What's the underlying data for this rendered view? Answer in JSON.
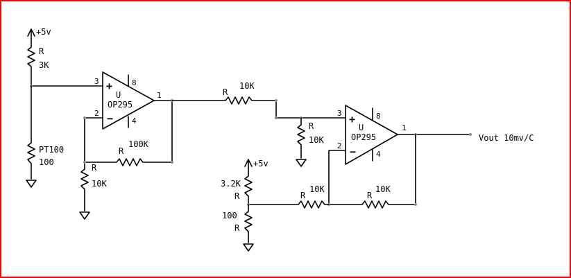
{
  "schematic": {
    "supply_top": "+5v",
    "r1_name": "R",
    "r1_value": "3K",
    "rtd_name": "PT100",
    "rtd_value": "100",
    "opamp1": {
      "ref": "U",
      "part": "OP295",
      "pin_noninv": "3",
      "pin_inv": "2",
      "pin_vplus": "8",
      "pin_vminus": "4",
      "pin_out": "1",
      "plus_sign": "+",
      "minus_sign": "−"
    },
    "rf1_name": "R",
    "rf1_value": "100K",
    "rg1_name": "R",
    "rg1_value": "10K",
    "rs_name": "R",
    "rs_value": "10K",
    "rp_name": "R",
    "rp_value": "10K",
    "opamp2": {
      "ref": "U",
      "part": "OP295",
      "pin_noninv": "3",
      "pin_inv": "2",
      "pin_vplus": "8",
      "pin_vminus": "4",
      "pin_out": "1",
      "plus_sign": "+",
      "minus_sign": "−"
    },
    "supply_bottom": "+5v",
    "rdiv_top_value": "3.2K",
    "rdiv_top_name": "R",
    "rdiv_bot_value": "100",
    "rdiv_bot_name": "R",
    "rin2_name": "R",
    "rin2_value": "10K",
    "rf2_name": "R",
    "rf2_value": "10K",
    "vout_label": "Vout 10mv/C"
  }
}
